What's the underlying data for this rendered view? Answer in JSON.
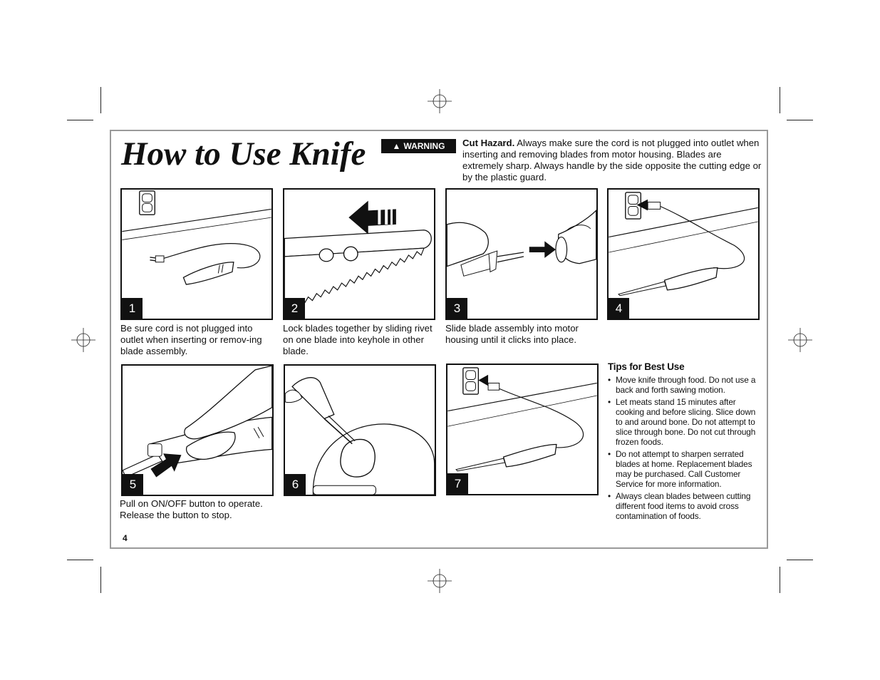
{
  "title": "How to Use Knife",
  "warning": {
    "badge_label": "WARNING",
    "badge_icon": "warning-triangle-icon",
    "lead": "Cut Hazard.",
    "text": "Always make sure the cord is not plugged into outlet when inserting and removing blades from motor housing. Blades are extremely sharp. Always handle by the side opposite the cutting edge or by the plastic guard."
  },
  "steps": [
    {
      "number": "1",
      "caption": "Be sure cord is not plugged into outlet when inserting or remov-ing blade assembly.",
      "illustration": "unplugged-knife-illustration"
    },
    {
      "number": "2",
      "caption": "Lock blades together by sliding rivet on one blade into keyhole in other blade.",
      "illustration": "blade-lock-illustration"
    },
    {
      "number": "3",
      "caption": "Slide blade assembly into motor housing until it clicks into place.",
      "illustration": "insert-blade-illustration"
    },
    {
      "number": "4",
      "caption": "",
      "illustration": "plug-in-illustration"
    },
    {
      "number": "5",
      "caption": "Pull on ON/OFF button to operate. Release the button to stop.",
      "illustration": "press-button-illustration"
    },
    {
      "number": "6",
      "caption": "",
      "illustration": "carving-illustration"
    },
    {
      "number": "7",
      "caption": "",
      "illustration": "unplug-illustration"
    }
  ],
  "tips": {
    "title": "Tips for Best Use",
    "items": [
      "Move knife through food. Do not use a back and forth sawing motion.",
      "Let meats stand 15 minutes after cooking and before slicing. Slice down to and around bone. Do not attempt to slice through bone. Do not cut through frozen foods.",
      "Do not attempt to sharpen serrated blades at home. Replacement blades may be purchased. Call Customer Service for more information.",
      "Always clean blades between cutting different food items to avoid cross contamination of foods."
    ]
  },
  "page_number": "4"
}
